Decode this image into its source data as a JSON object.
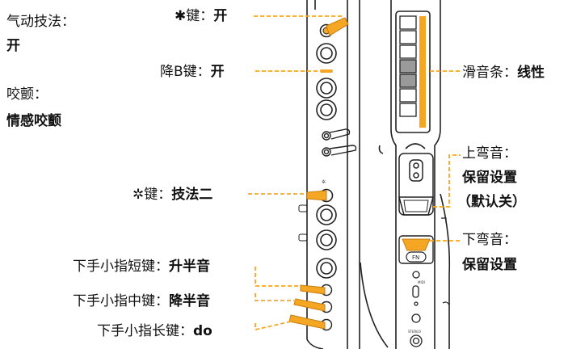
{
  "left_top": {
    "breath_title": "气动技法：",
    "breath_value": "开",
    "vibrato_title": "咬颤：",
    "vibrato_value": "情感咬颤"
  },
  "callouts": {
    "star_key_name": "✱键：",
    "star_key_value": "开",
    "bflat_key_name": "降B键：",
    "bflat_key_value": "开",
    "thumb_key_name": "✲键：",
    "thumb_key_value": "技法二",
    "pinky_short_name": "下手小指短键：",
    "pinky_short_value": "升半音",
    "pinky_mid_name": "下手小指中键：",
    "pinky_mid_value": "降半音",
    "pinky_long_name": "下手小指长键：",
    "pinky_long_value": "do",
    "slide_name": "滑音条：",
    "slide_value": "线性",
    "bend_up_title": "上弯音：",
    "bend_up_value": "保留设置",
    "bend_up_note": "（默认关）",
    "bend_down_title": "下弯音：",
    "bend_down_value": "保留设置"
  },
  "device_labels": {
    "fn": "FN",
    "midi": "MIDI",
    "stereo": "STEREO"
  },
  "colors": {
    "accent": "#F5A623",
    "outline": "#222222",
    "slider_gray": "#9a9a9a"
  }
}
